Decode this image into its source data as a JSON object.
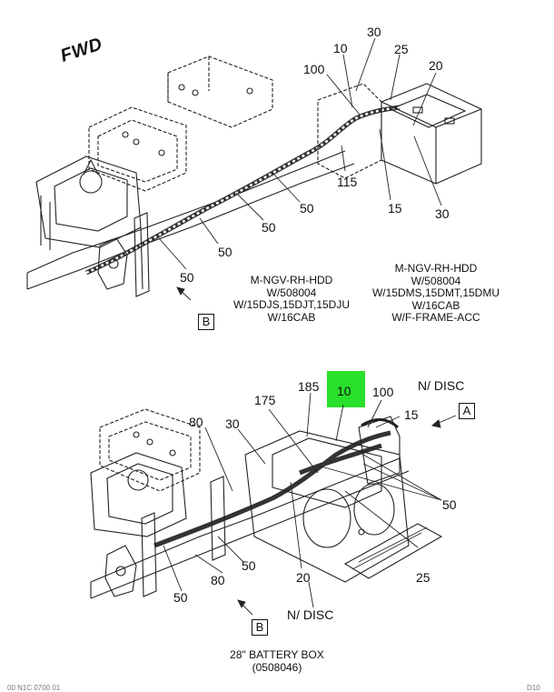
{
  "fwd_label": "FWD",
  "highlight_color": "#29e02b",
  "top_view": {
    "callouts": {
      "c30": "30",
      "c10": "10",
      "c25": "25",
      "c100": "100",
      "c20": "20",
      "c115": "115",
      "c15": "15",
      "c30b": "30",
      "c50a": "50",
      "c50b": "50",
      "c50c": "50",
      "c50d": "50"
    },
    "note_left": [
      "M-NGV-RH-HDD",
      "W/508004",
      "W/15DJS,15DJT,15DJU",
      "W/16CAB"
    ],
    "note_right": [
      "M-NGV-RH-HDD",
      "W/508004",
      "W/15DMS,15DMT,15DMU",
      "W/16CAB",
      "W/F-FRAME-ACC"
    ],
    "view_ref": "B"
  },
  "bottom_view": {
    "callouts": {
      "c185": "185",
      "c10": "10",
      "c100": "100",
      "c175": "175",
      "c80a": "80",
      "c30": "30",
      "c15": "15",
      "c50a": "50",
      "c50b": "50",
      "c80b": "80",
      "c50c": "50",
      "c20": "20",
      "c25": "25"
    },
    "disc_top": "N/ DISC",
    "disc_bottom": "N/ DISC",
    "view_ref_a": "A",
    "view_ref_b": "B",
    "caption": [
      "28\" BATTERY BOX",
      "(0508046)"
    ]
  },
  "footer_left": "00 N1C 0700 01",
  "footer_right": "D10"
}
